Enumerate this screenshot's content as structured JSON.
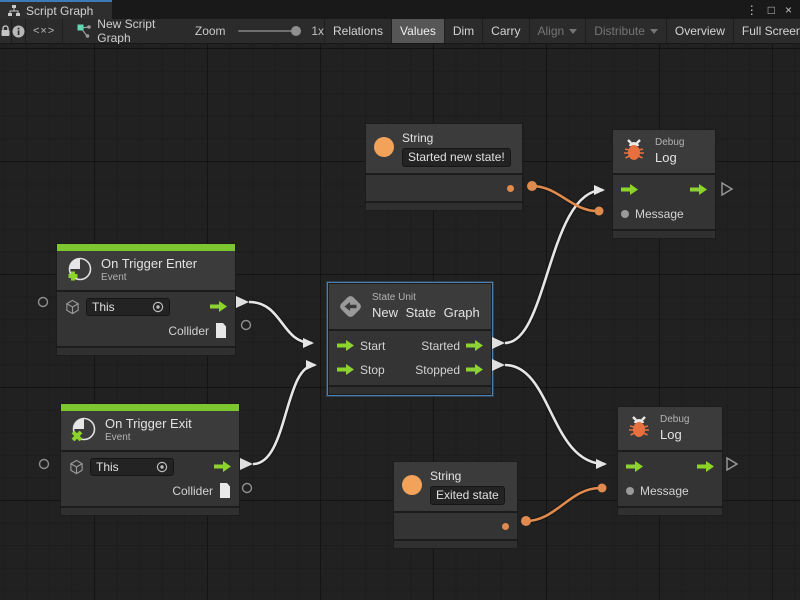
{
  "window": {
    "tab": "Script Graph",
    "menu": "⋮",
    "maximize": "□",
    "close": "×"
  },
  "toolbar": {
    "code_label": "<×>",
    "graph_name": "New Script Graph",
    "zoom_label": "Zoom",
    "zoom_value": "1x",
    "buttons": [
      {
        "label": "Relations",
        "state": "normal"
      },
      {
        "label": "Values",
        "state": "active"
      },
      {
        "label": "Dim",
        "state": "normal"
      },
      {
        "label": "Carry",
        "state": "normal"
      },
      {
        "label": "Align",
        "state": "disabled",
        "dropdown": true
      },
      {
        "label": "Distribute",
        "state": "disabled",
        "dropdown": true
      },
      {
        "label": "Overview",
        "state": "normal"
      },
      {
        "label": "Full Screen",
        "state": "normal"
      }
    ]
  },
  "nodes": {
    "trigger_enter": {
      "title": "On Trigger Enter",
      "subtitle": "Event",
      "target_value": "This",
      "collider_label": "Collider"
    },
    "trigger_exit": {
      "title": "On Trigger Exit",
      "subtitle": "Event",
      "target_value": "This",
      "collider_label": "Collider"
    },
    "state_unit": {
      "subtitle": "State Unit",
      "title": "New State Graph",
      "start": "Start",
      "stop": "Stop",
      "started": "Started",
      "stopped": "Stopped"
    },
    "string_top": {
      "title": "String",
      "value": "Started new state!"
    },
    "string_bottom": {
      "title": "String",
      "value": "Exited state"
    },
    "debug_top": {
      "subtitle": "Debug",
      "title": "Log",
      "message": "Message"
    },
    "debug_bottom": {
      "subtitle": "Debug",
      "title": "Log",
      "message": "Message"
    }
  },
  "colors": {
    "accent_green": "#8CD32C",
    "accent_orange": "#E08A4E",
    "selection_blue": "#4A7FAE",
    "tab_accent": "#3C7AB8",
    "wire": "#E6E6E6"
  }
}
